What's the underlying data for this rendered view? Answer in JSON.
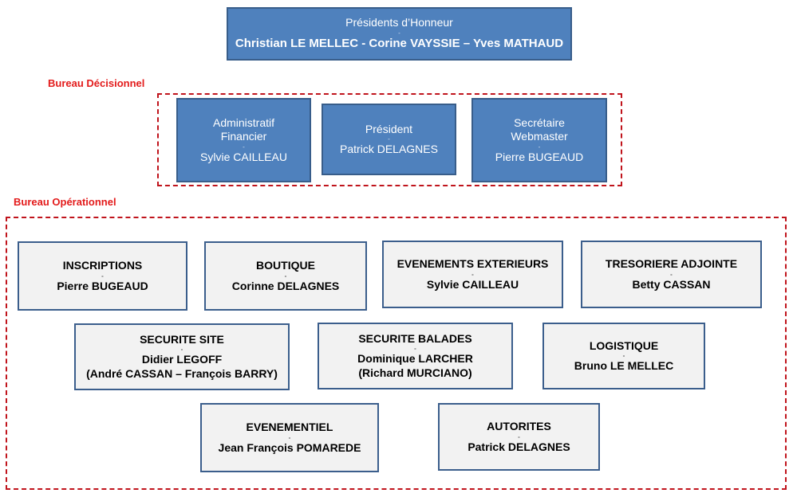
{
  "honorary": {
    "title": "Présidents d’Honneur",
    "separator": "-",
    "names": "Christian LE MELLEC - Corine VAYSSIE – Yves MATHAUD"
  },
  "bureau_decisionnel": {
    "label": "Bureau Décisionnel",
    "roles": [
      {
        "title_lines": [
          "Administratif",
          "Financier"
        ],
        "separator": "-",
        "person": "Sylvie CAILLEAU"
      },
      {
        "title_lines": [
          "Président"
        ],
        "separator": "-",
        "person": "Patrick DELAGNES"
      },
      {
        "title_lines": [
          "Secrétaire",
          "Webmaster"
        ],
        "separator": "-",
        "person": "Pierre BUGEAUD"
      }
    ]
  },
  "bureau_operationnel": {
    "label": "Bureau Opérationnel",
    "roles": [
      {
        "title": "INSCRIPTIONS",
        "separator": "-",
        "people": [
          "Pierre BUGEAUD"
        ]
      },
      {
        "title": "BOUTIQUE",
        "separator": "-",
        "people": [
          "Corinne DELAGNES"
        ]
      },
      {
        "title": "EVENEMENTS EXTERIEURS",
        "separator": "-",
        "people": [
          "Sylvie CAILLEAU"
        ]
      },
      {
        "title": "TRESORIERE ADJOINTE",
        "separator": "-",
        "people": [
          "Betty CASSAN"
        ]
      },
      {
        "title": "SECURITE SITE",
        "separator": "-",
        "people": [
          "Didier LEGOFF",
          "(André CASSAN – François BARRY)"
        ]
      },
      {
        "title": "SECURITE BALADES",
        "separator": "-",
        "people": [
          "Dominique LARCHER",
          "(Richard MURCIANO)"
        ]
      },
      {
        "title": "LOGISTIQUE",
        "separator": "-",
        "people": [
          "Bruno LE MELLEC"
        ]
      },
      {
        "title": "EVENEMENTIEL",
        "separator": "-",
        "people": [
          "Jean François POMAREDE"
        ]
      },
      {
        "title": "AUTORITES",
        "separator": "-",
        "people": [
          "Patrick DELAGNES"
        ]
      }
    ]
  },
  "colors": {
    "decision_box": "#4f81bd",
    "decision_border": "#385d8a",
    "operational_box": "#f2f2f2",
    "operational_border": "#3b5e8c",
    "group_border": "#c0141c",
    "group_label": "#e31b1b"
  }
}
